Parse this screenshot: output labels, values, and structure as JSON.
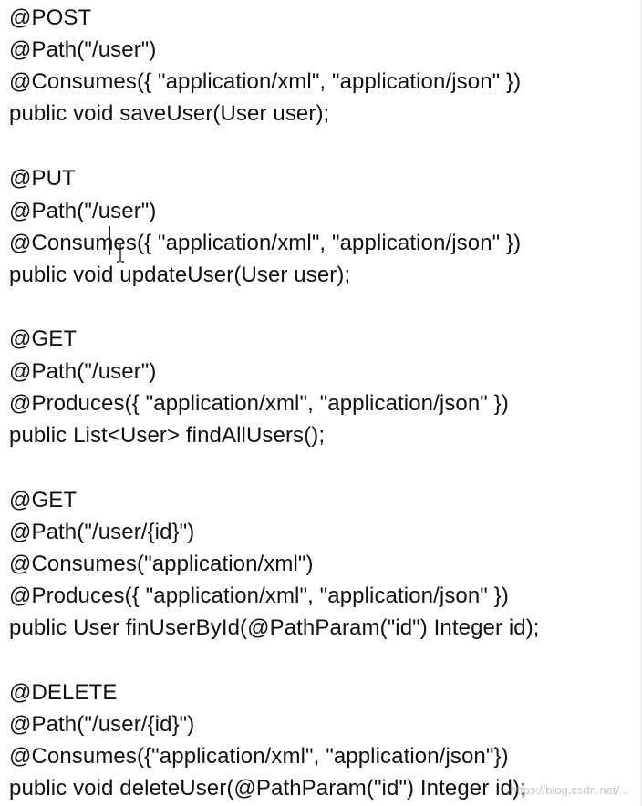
{
  "code": {
    "lines": [
      "@POST",
      "@Path(\"/user\")",
      "@Consumes({ \"application/xml\", \"application/json\" })",
      "public void saveUser(User user);",
      "",
      "@PUT",
      "@Path(\"/user\")",
      "@Consumes({ \"application/xml\", \"application/json\" })",
      "public void updateUser(User user);",
      "",
      "@GET",
      "@Path(\"/user\")",
      "@Produces({ \"application/xml\", \"application/json\" })",
      "public List<User> findAllUsers();",
      "",
      "@GET",
      "@Path(\"/user/{id}\")",
      "@Consumes(\"application/xml\")",
      "@Produces({ \"application/xml\", \"application/json\" })",
      "public User finUserById(@PathParam(\"id\") Integer id);",
      "",
      "@DELETE",
      "@Path(\"/user/{id}\")",
      "@Consumes({\"application/xml\", \"application/json\"})",
      "public void deleteUser(@PathParam(\"id\") Integer id);"
    ]
  },
  "watermark": {
    "text": "https://blog.csdn.net/..."
  },
  "colors": {
    "background": "#ffffff",
    "text": "#111111"
  },
  "icons": {
    "pointer": "ibeam-cursor-icon"
  }
}
